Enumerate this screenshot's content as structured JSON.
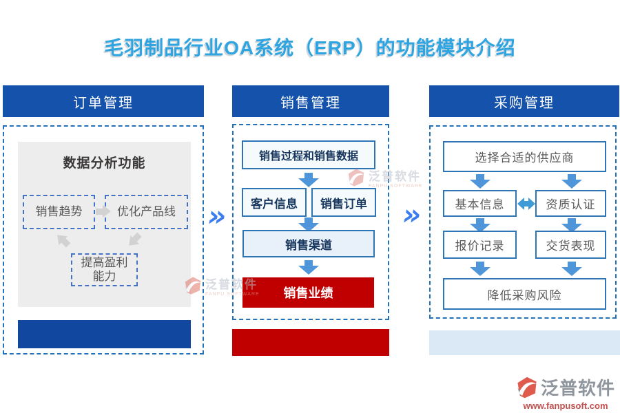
{
  "title": {
    "text": "毛羽制品行业OA系统（ERP）的功能模块介绍"
  },
  "columns": {
    "order": {
      "header": "订单管理",
      "panel_title": "数据分析功能",
      "sales_trend": "销售趋势",
      "optimize_product_line": "优化产品线",
      "improve_profit_line1": "提高盈利",
      "improve_profit_line2": "能力"
    },
    "sales": {
      "header": "销售管理",
      "process_data": "销售过程和销售数据",
      "customer_info": "客户信息",
      "sales_order": "销售订单",
      "sales_channel": "销售渠道",
      "sales_performance": "销售业绩"
    },
    "purchase": {
      "header": "采购管理",
      "choose_supplier": "选择合适的供应商",
      "basic_info": "基本信息",
      "qualification": "资质认证",
      "quote_record": "报价记录",
      "delivery_performance": "交货表现",
      "reduce_risk": "降低采购风险"
    }
  },
  "separator": {
    "chevron": "»"
  },
  "watermark": {
    "name": "泛普软件",
    "subtitle": "FANPU SOFTWARE"
  },
  "footer_logo": {
    "name": "泛普软件",
    "url": "www.fanpusoft.com"
  },
  "colors": {
    "header_blue": "#1552ab",
    "bar_blue": "#11479e",
    "accent_red": "#c00000",
    "bar_light_blue": "#dbe8f5",
    "arrow_blue": "#4e95d9",
    "chevron_blue": "#3b7df0",
    "title_blue": "#2ea5e0"
  }
}
